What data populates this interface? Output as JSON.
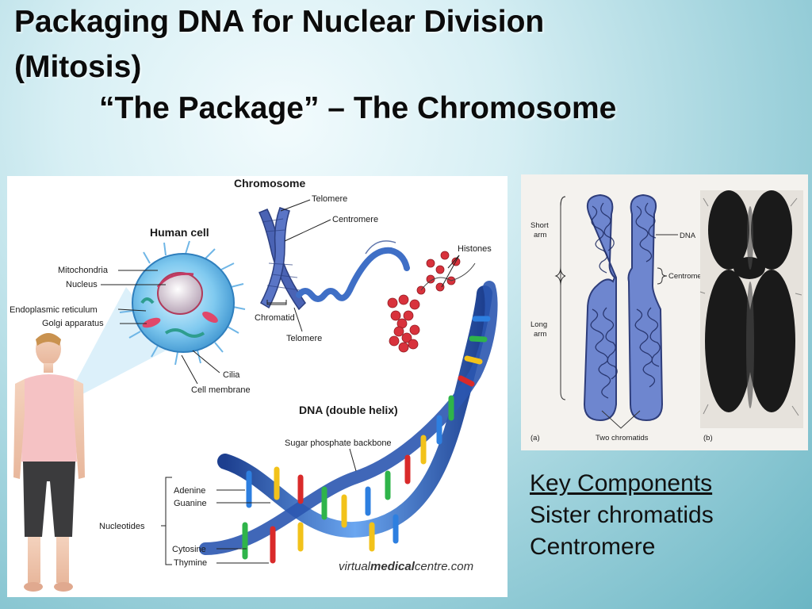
{
  "slide": {
    "title_line1": "Packaging DNA for Nuclear Division",
    "title_line2": "(Mitosis)",
    "title_line3": "“The Package” – The Chromosome"
  },
  "left_figure": {
    "labels": {
      "chromosome": "Chromosome",
      "telomere_top": "Telomere",
      "centromere": "Centromere",
      "human_cell": "Human cell",
      "histones": "Histones",
      "mitochondria": "Mitochondria",
      "nucleus": "Nucleus",
      "endoplasmic_reticulum": "Endoplasmic reticulum",
      "golgi_apparatus": "Golgi apparatus",
      "chromatid": "Chromatid",
      "telomere_bottom": "Telomere",
      "cilia": "Cilia",
      "cell_membrane": "Cell membrane",
      "dna_double_helix": "DNA (double helix)",
      "sugar_phosphate_backbone": "Sugar phosphate backbone",
      "adenine": "Adenine",
      "guanine": "Guanine",
      "nucleotides": "Nucleotides",
      "cytosine": "Cytosine",
      "thymine": "Thymine"
    },
    "watermark_prefix": "virtual",
    "watermark_bold": "medical",
    "watermark_suffix": "centre.com"
  },
  "right_figure": {
    "labels": {
      "short_arm_1": "Short",
      "short_arm_2": "arm",
      "dna": "DNA",
      "centromere": "Centromere",
      "long_arm_1": "Long",
      "long_arm_2": "arm",
      "panel_a": "(a)",
      "two_chromatids": "Two chromatids",
      "panel_b": "(b)"
    }
  },
  "key": {
    "heading": "Key Components",
    "item1": "Sister chromatids",
    "item2": "Centromere"
  },
  "colors": {
    "chromosome_blue": "#4a63b4",
    "dna_blue": "#3f6fc6",
    "histone_red": "#d8323c",
    "base_yellow": "#f2c21a",
    "base_green": "#2fb44a",
    "base_red": "#d92a2a",
    "base_blue": "#2d7fe0"
  }
}
